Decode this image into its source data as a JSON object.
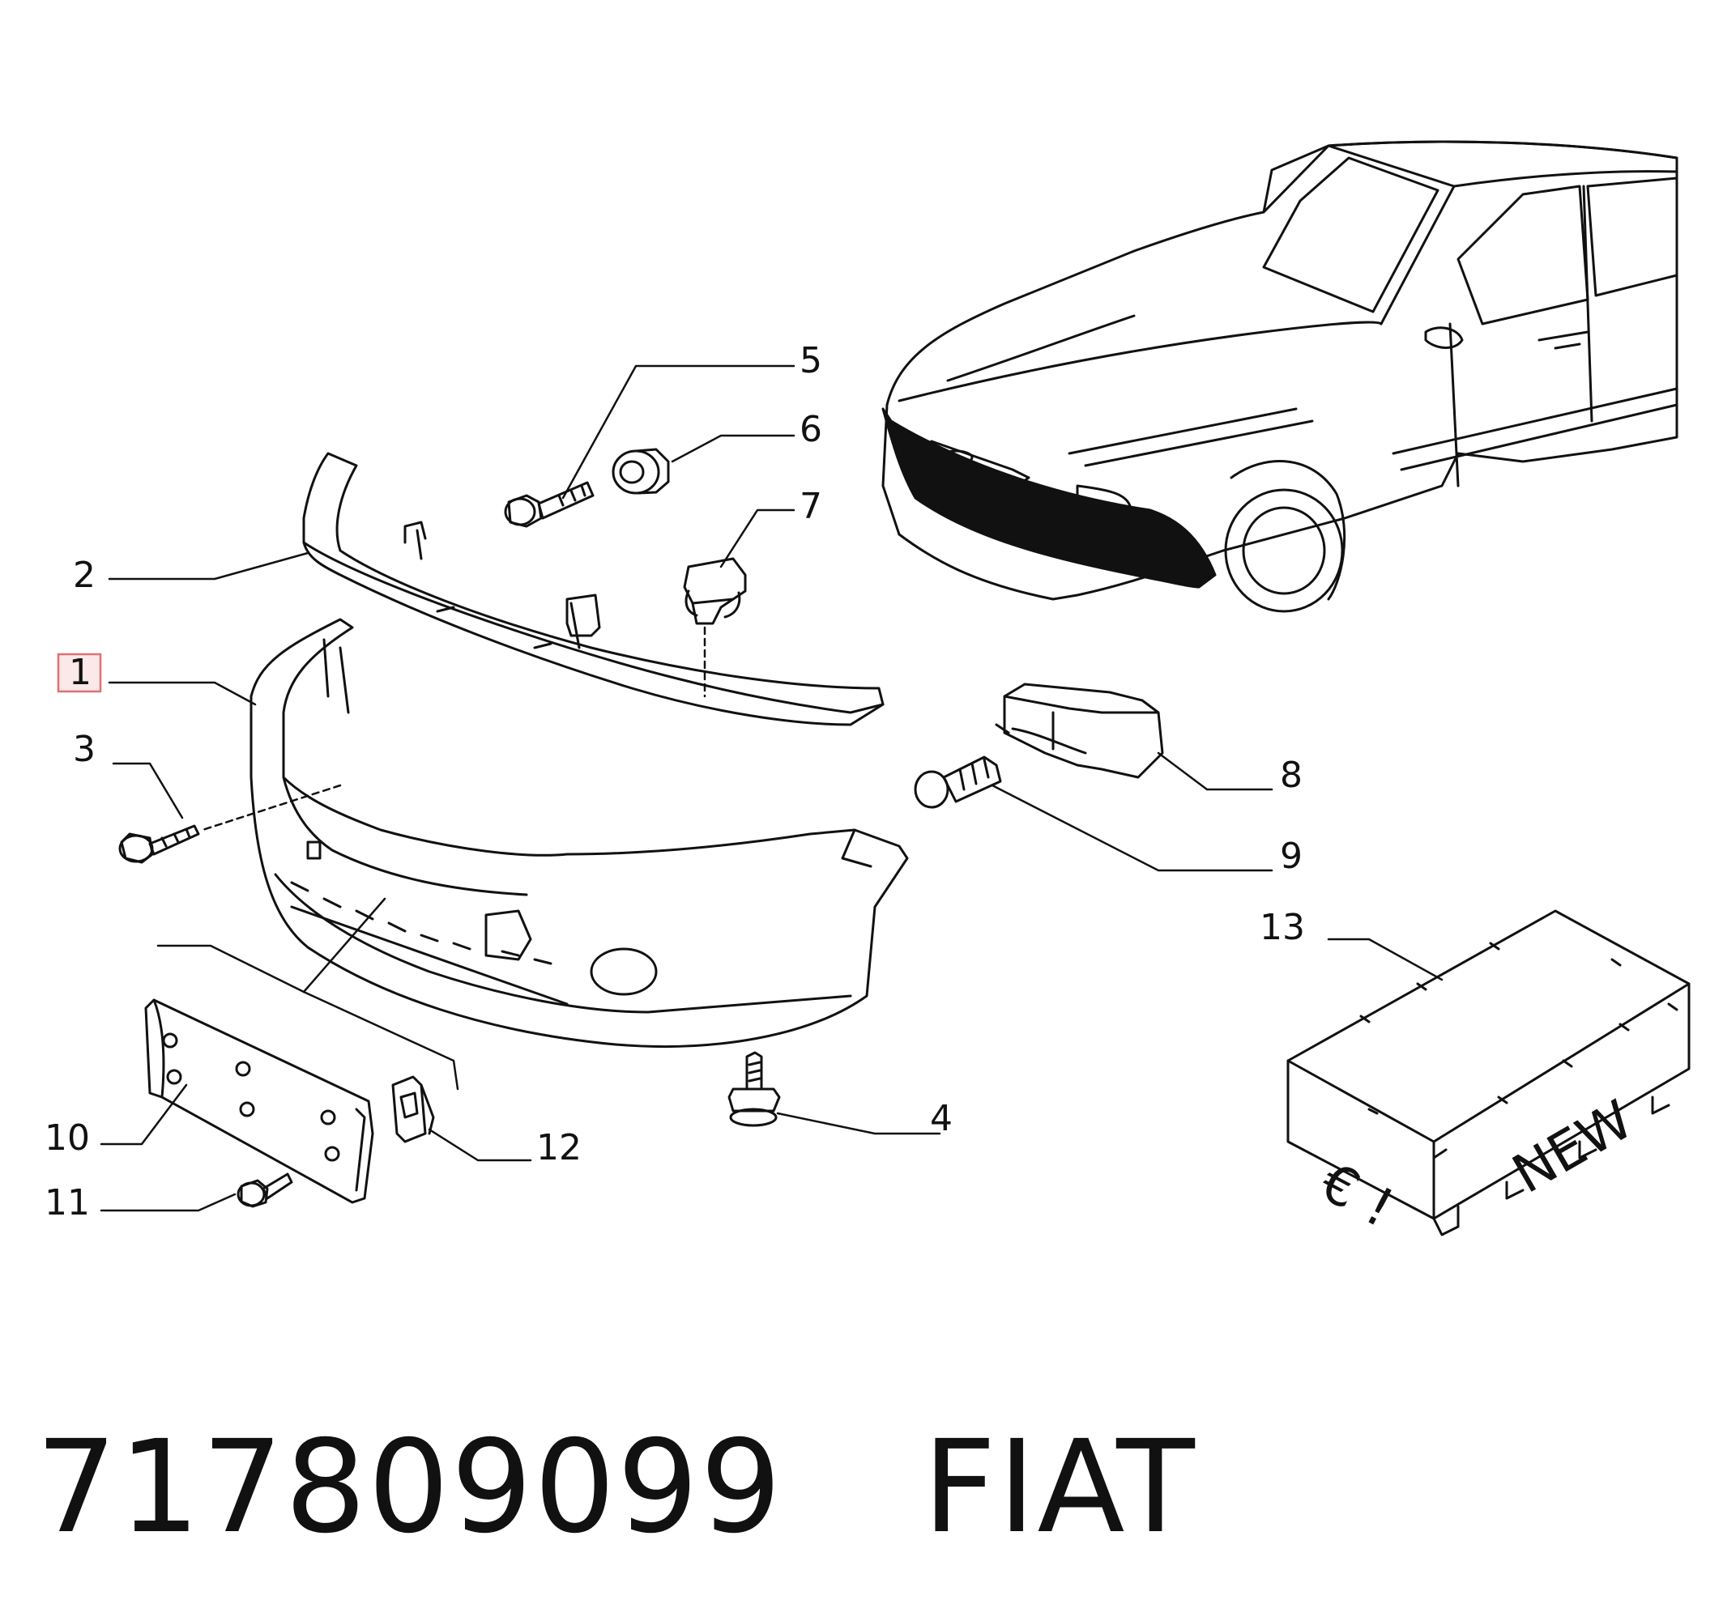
{
  "diagram": {
    "callouts": {
      "p1": "1",
      "p2": "2",
      "p3": "3",
      "p4": "4",
      "p5": "5",
      "p6": "6",
      "p7": "7",
      "p8": "8",
      "p9": "9",
      "p10": "10",
      "p11": "11",
      "p12": "12",
      "p13": "13"
    },
    "highlighted_part": "1",
    "highlight_color": "#e07070",
    "crate_text": "NEW",
    "crate_symbol": "€ !"
  },
  "caption": {
    "part_number": "717809099",
    "brand": "FIAT"
  }
}
